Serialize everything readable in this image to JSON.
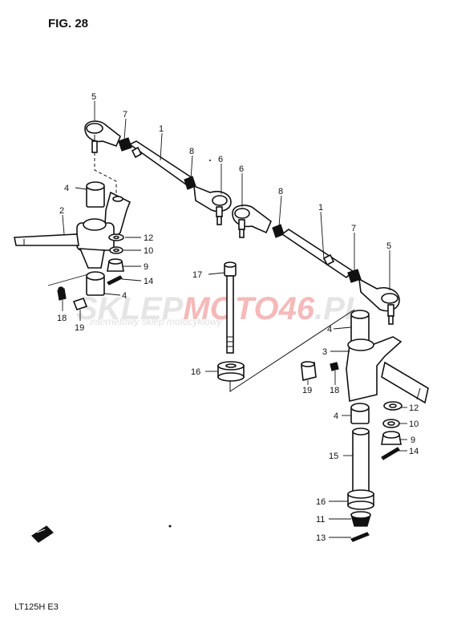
{
  "figure": {
    "title": "FIG. 28",
    "model_code": "LT125H  E3"
  },
  "watermark": {
    "brand_part1": "SKLEP",
    "brand_part2": "MOTO46",
    "brand_part3": ".PL",
    "tagline": "internetowy sklep motocyklowy"
  },
  "callouts": [
    {
      "id": "c5a",
      "text": "5"
    },
    {
      "id": "c7a",
      "text": "7"
    },
    {
      "id": "c1a",
      "text": "1"
    },
    {
      "id": "c8a",
      "text": "8"
    },
    {
      "id": "c6a",
      "text": "6"
    },
    {
      "id": "c6b",
      "text": "6"
    },
    {
      "id": "c8b",
      "text": "8"
    },
    {
      "id": "c1b",
      "text": "1"
    },
    {
      "id": "c7b",
      "text": "7"
    },
    {
      "id": "c5b",
      "text": "5"
    },
    {
      "id": "c4a",
      "text": "4"
    },
    {
      "id": "c2",
      "text": "2"
    },
    {
      "id": "c12a",
      "text": "12"
    },
    {
      "id": "c10a",
      "text": "10"
    },
    {
      "id": "c9a",
      "text": "9"
    },
    {
      "id": "c14a",
      "text": "14"
    },
    {
      "id": "c4b",
      "text": "4"
    },
    {
      "id": "c18a",
      "text": "18"
    },
    {
      "id": "c19a",
      "text": "19"
    },
    {
      "id": "c17",
      "text": "17"
    },
    {
      "id": "c16a",
      "text": "16"
    },
    {
      "id": "c4c",
      "text": "4"
    },
    {
      "id": "c3",
      "text": "3"
    },
    {
      "id": "c19b",
      "text": "19"
    },
    {
      "id": "c18b",
      "text": "18"
    },
    {
      "id": "c12b",
      "text": "12"
    },
    {
      "id": "c4d",
      "text": "4"
    },
    {
      "id": "c10b",
      "text": "10"
    },
    {
      "id": "c9b",
      "text": "9"
    },
    {
      "id": "c14b",
      "text": "14"
    },
    {
      "id": "c15",
      "text": "15"
    },
    {
      "id": "c16b",
      "text": "16"
    },
    {
      "id": "c11",
      "text": "11"
    },
    {
      "id": "c13",
      "text": "13"
    }
  ]
}
